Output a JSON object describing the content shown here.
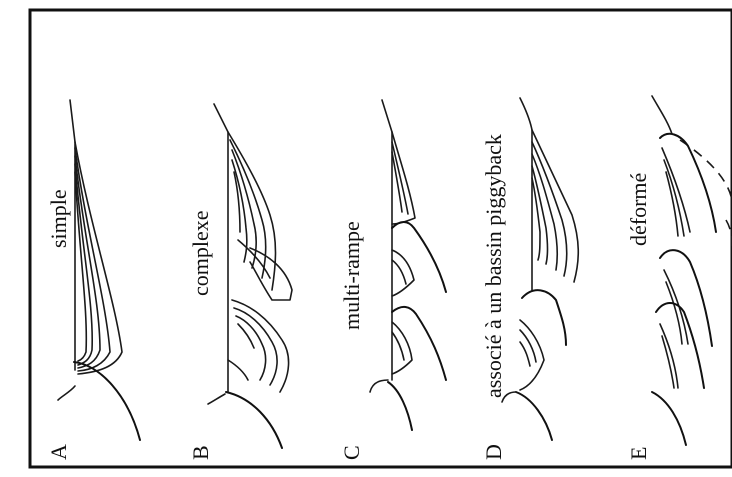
{
  "panels": [
    {
      "letter": "A",
      "caption": "simple"
    },
    {
      "letter": "B",
      "caption": "complexe"
    },
    {
      "letter": "C",
      "caption": "multi-rampe"
    },
    {
      "letter": "D",
      "caption": "associé à un bassin piggyback"
    },
    {
      "letter": "E",
      "caption": "déformé"
    }
  ]
}
